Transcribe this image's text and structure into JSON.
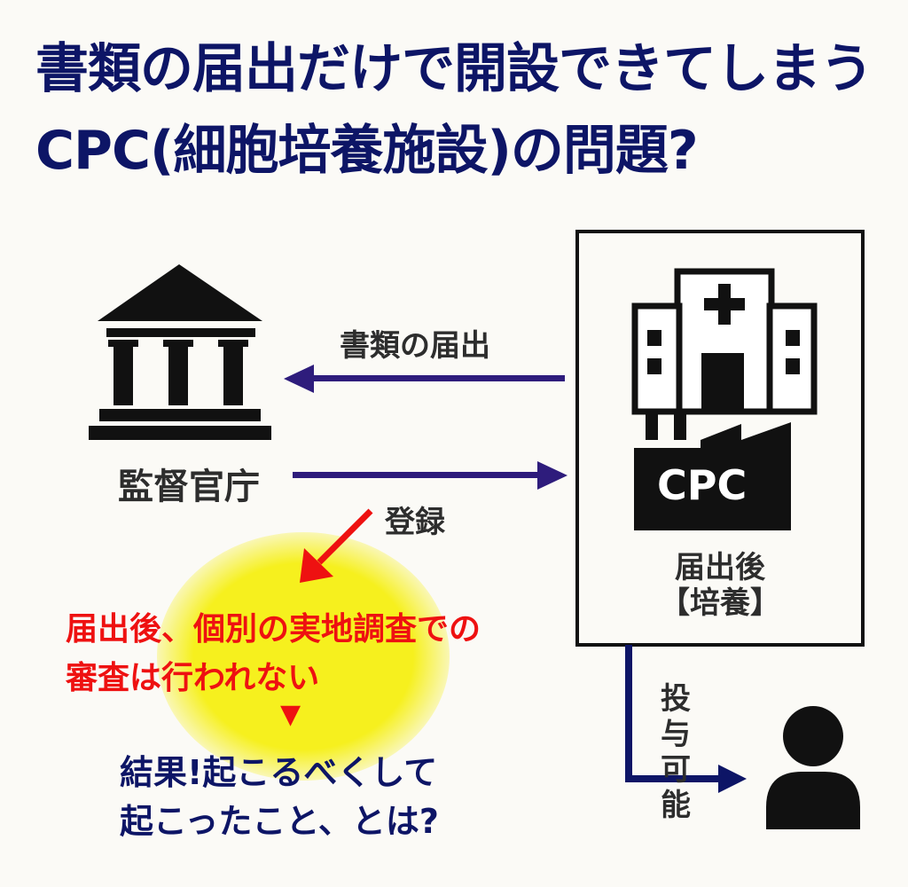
{
  "title": {
    "line1": "書類の届出だけで開設できてしまう",
    "line2": "CPC(細胞培養施設)の問題?"
  },
  "authority": {
    "label": "監督官庁"
  },
  "flows": {
    "submit": "書類の届出",
    "register": "登録",
    "administer": "投与\n可能"
  },
  "facility": {
    "sign": "CPC",
    "status_line1": "届出後",
    "status_line2": "【培養】"
  },
  "issue": {
    "line1": "届出後、個別の実地調査での",
    "line2": "審査は行われない",
    "marker": "▼"
  },
  "result": {
    "line1": "結果!起こるべくして",
    "line2": "起こったこと、とは?"
  },
  "colors": {
    "title": "#0d1566",
    "arrow": "#2e1c7c",
    "red": "#ee1111",
    "yellow_spot": "#f6f01e",
    "outline": "#111111"
  }
}
